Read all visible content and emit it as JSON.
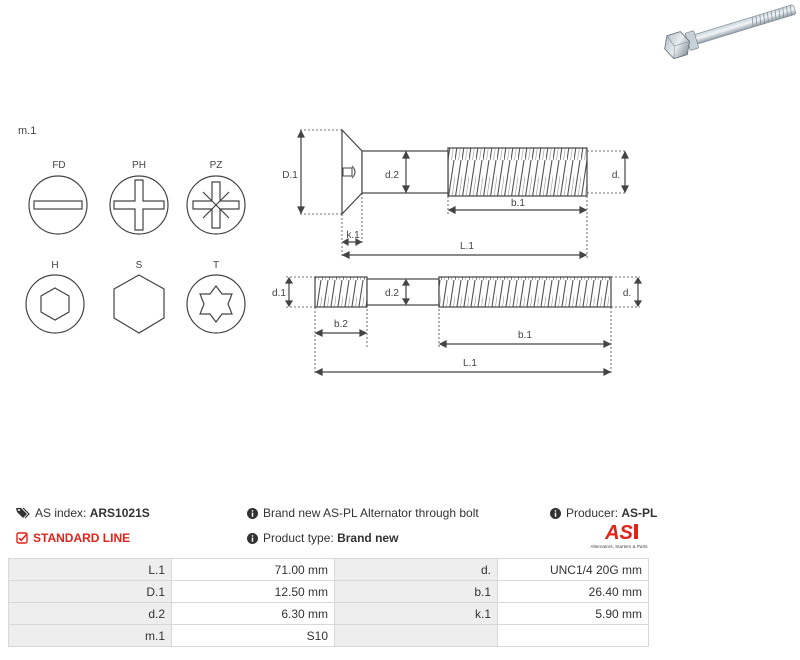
{
  "diagram": {
    "section_label": "m.1",
    "heads": [
      {
        "code": "FD",
        "icon": "flat-slot-drive-icon"
      },
      {
        "code": "PH",
        "icon": "phillips-drive-icon"
      },
      {
        "code": "PZ",
        "icon": "pozidriv-drive-icon"
      },
      {
        "code": "H",
        "icon": "hex-socket-drive-icon"
      },
      {
        "code": "S",
        "icon": "hex-head-icon"
      },
      {
        "code": "T",
        "icon": "torx-drive-icon"
      }
    ],
    "bolt_dims": {
      "D1": "D.1",
      "d2": "d.2",
      "d": "d.",
      "b1": "b.1",
      "k1": "k.1",
      "L1": "L.1"
    },
    "stud_dims": {
      "d1": "d.1",
      "d2": "d.2",
      "d": "d.",
      "b2": "b.2",
      "b1": "b.1",
      "L1": "L.1"
    }
  },
  "info": {
    "as_index_label": "AS index:",
    "as_index_value": "ARS1021S",
    "line_label": "STANDARD LINE",
    "description": "Brand new AS-PL Alternator through bolt",
    "product_type_label": "Product type:",
    "product_type_value": "Brand new",
    "producer_label": "Producer:",
    "producer_value": "AS-PL",
    "logo_text": "AS",
    "logo_tagline": "Alternators, Starters & Parts",
    "accent_color": "#e2231a"
  },
  "specs": [
    [
      "L.1",
      "71.00  mm",
      "d.",
      "UNC1/4 20G mm"
    ],
    [
      "D.1",
      "12.50 mm",
      "b.1",
      "26.40 mm"
    ],
    [
      "d.2",
      "6.30 mm",
      "k.1",
      "5.90 mm"
    ],
    [
      "m.1",
      "S10",
      "",
      ""
    ]
  ]
}
